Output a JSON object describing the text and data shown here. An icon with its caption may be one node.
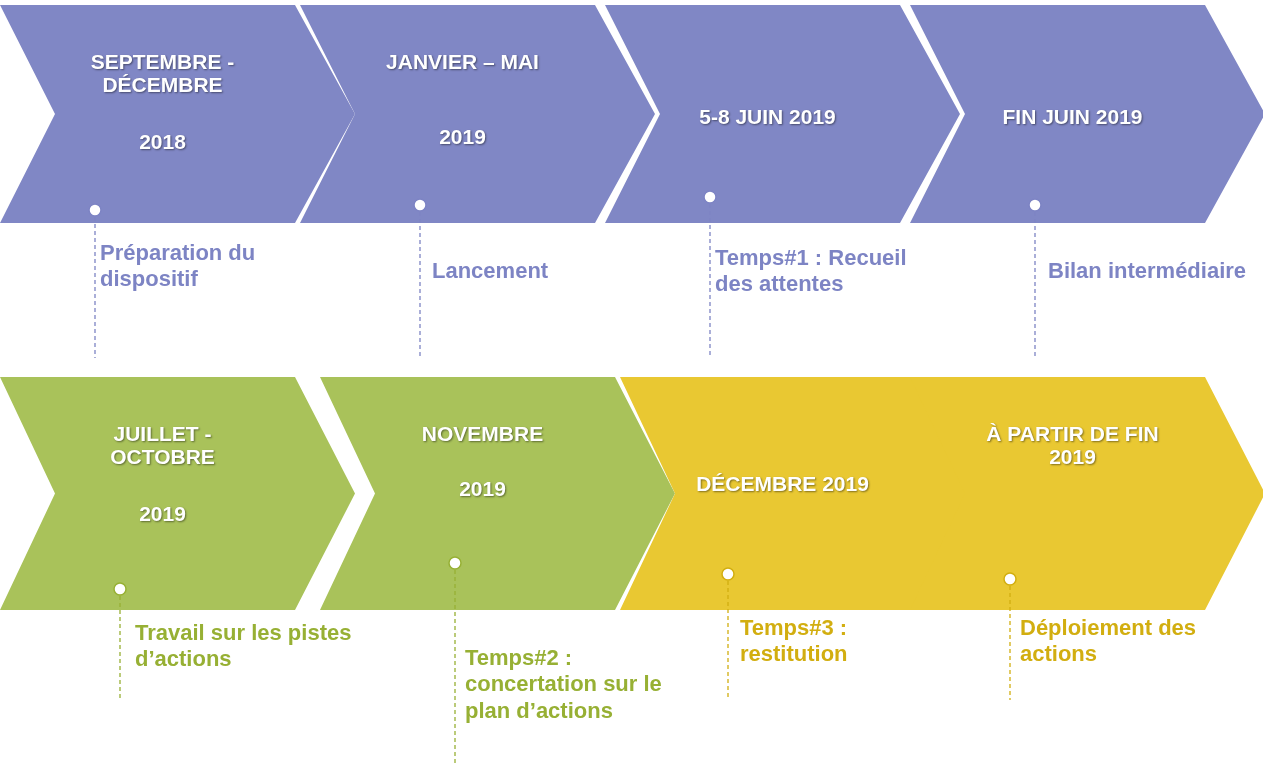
{
  "diagram": {
    "nodes": [
      {
        "text": [
          "SEPTEMBRE - DÉCEMBRE",
          "2018"
        ],
        "beside": [
          "Préparation du dispositif"
        ]
      },
      {
        "text": [
          "JANVIER – MAI",
          "2019"
        ],
        "beside": [
          "Lancement"
        ]
      },
      {
        "text": [
          "5-8 JUIN 2019"
        ],
        "beside": [
          "Temps#1 : Recueil des attentes"
        ]
      },
      {
        "text": [
          "FIN JUIN 2019"
        ],
        "beside": [
          "Bilan intermédiaire"
        ]
      },
      {
        "text": [
          "JUILLET - OCTOBRE",
          "2019"
        ],
        "beside": [
          "Travail sur les pistes d’actions"
        ]
      },
      {
        "text": [
          "NOVEMBRE",
          "2019"
        ],
        "beside": [
          "Temps#2 : concertation sur le plan d’actions"
        ]
      },
      {
        "text": [
          "DÉCEMBRE 2019"
        ],
        "beside": [
          "Temps#3 : restitution"
        ]
      },
      {
        "text": [
          "À PARTIR DE FIN 2019"
        ],
        "beside": [
          "Déploiement des actions"
        ]
      }
    ]
  }
}
